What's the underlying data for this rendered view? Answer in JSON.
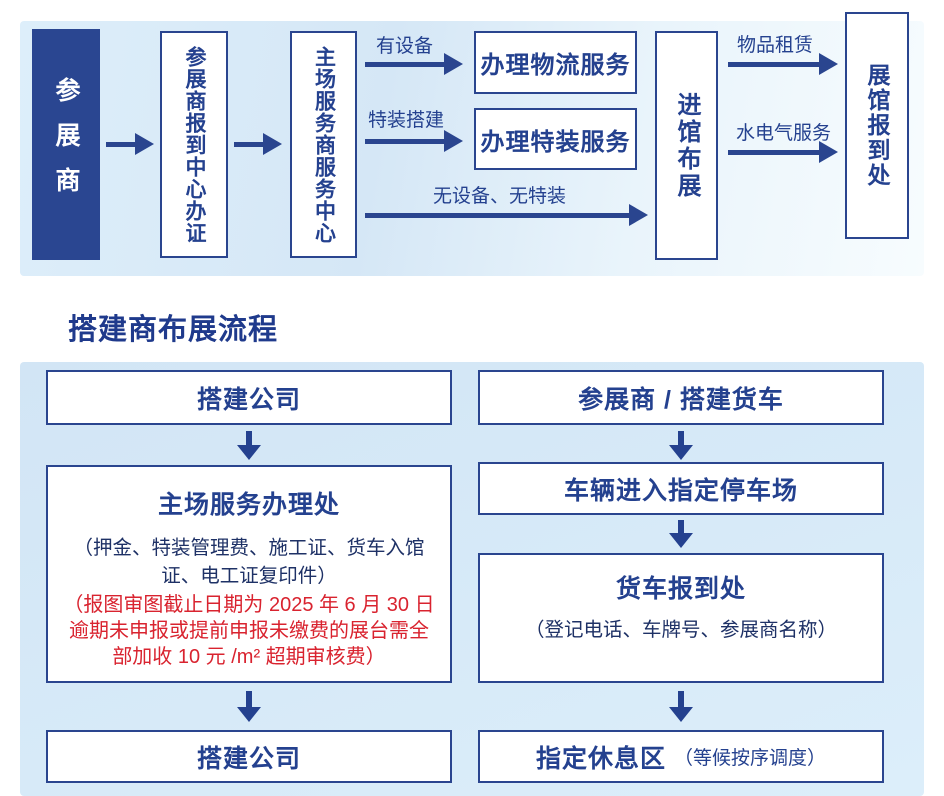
{
  "colors": {
    "navy_text": "#24418f",
    "box_border": "#2a458f",
    "filled_box_bg": "#2a4691",
    "warning_red": "#d9232f",
    "panel_blue": "#d5e7f6"
  },
  "top_flow": {
    "exhibitor": "参展商",
    "checkin_center": "参展商报到中心办证",
    "service_center": "主场服务商服务中心",
    "label_has_equipment": "有设备",
    "label_special_build": "特装搭建",
    "label_no_equipment": "无设备、无特装",
    "logistics_service": "办理物流服务",
    "special_service": "办理特装服务",
    "enter_hall": "进馆布展",
    "label_rental": "物品租赁",
    "label_utilities": "水电气服务",
    "hall_checkin": "展馆报到处"
  },
  "section_title": "搭建商布展流程",
  "builder_flow": {
    "left": {
      "step1": "搭建公司",
      "step2_title": "主场服务办理处",
      "step2_note": "（押金、特装管理费、施工证、货车入馆证、电工证复印件）",
      "step2_warning": "（报图审图截止日期为 2025 年 6 月 30 日逾期未申报或提前申报未缴费的展台需全部加收 10 元 /m² 超期审核费）",
      "step3": "搭建公司"
    },
    "right": {
      "step1": "参展商 / 搭建货车",
      "step2": "车辆进入指定停车场",
      "step3_title": "货车报到处",
      "step3_note": "（登记电话、车牌号、参展商名称）",
      "step4": "指定休息区",
      "step4_note": "（等候按序调度）"
    }
  }
}
